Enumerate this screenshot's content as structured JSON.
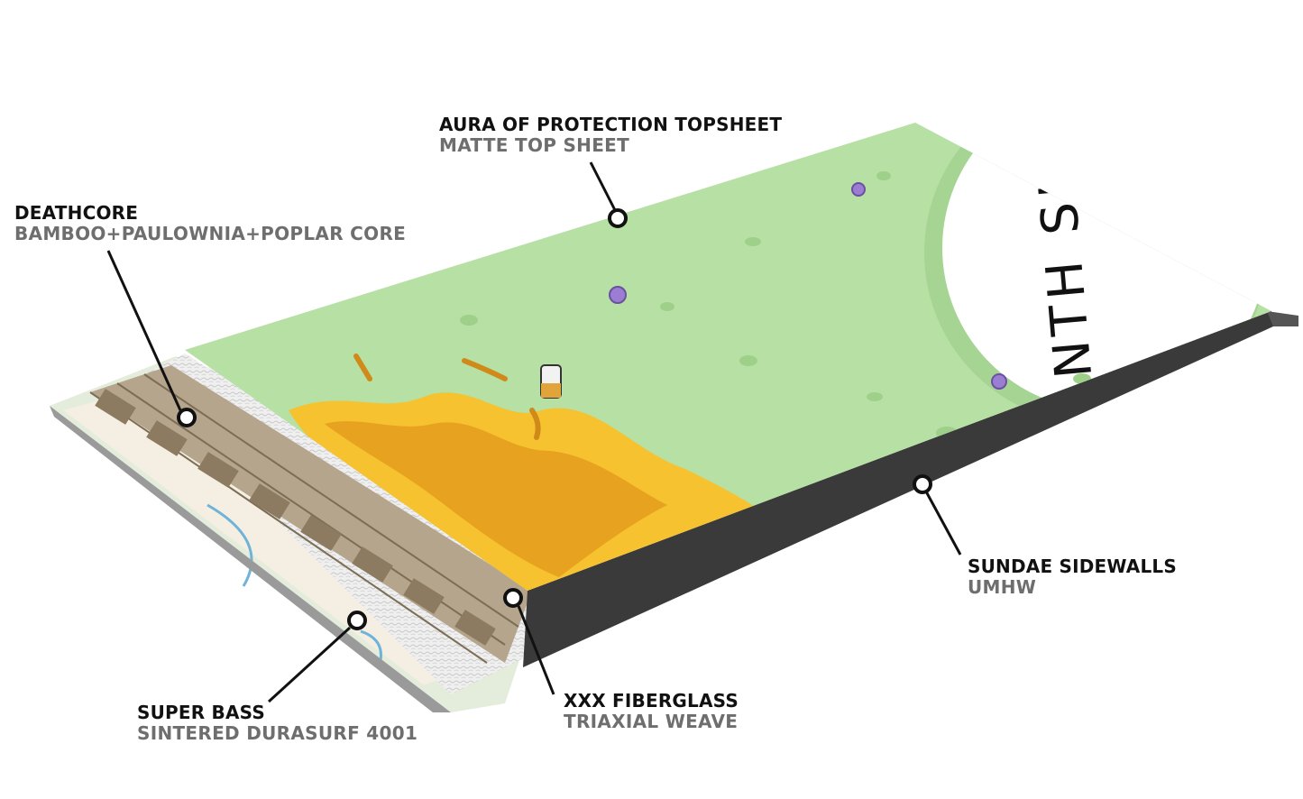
{
  "board": {
    "topsheet_color": "#b6e0a4",
    "sidewall_color": "#3a3a3a",
    "core_color": "#b5a58c",
    "graphic_text": "NTH SHINE"
  },
  "callouts": {
    "topsheet": {
      "title": "AURA OF PROTECTION TOPSHEET",
      "subtitle": "MATTE TOP SHEET"
    },
    "core": {
      "title": "DEATHCORE",
      "subtitle": "BAMBOO+PAULOWNIA+POPLAR CORE"
    },
    "sidewalls": {
      "title": "SUNDAE SIDEWALLS",
      "subtitle": "UMHW"
    },
    "base": {
      "title": "SUPER BASS",
      "subtitle": "SINTERED DURASURF 4001"
    },
    "fiberglass": {
      "title": "XXX FIBERGLASS",
      "subtitle": "TRIAXIAL WEAVE"
    }
  }
}
